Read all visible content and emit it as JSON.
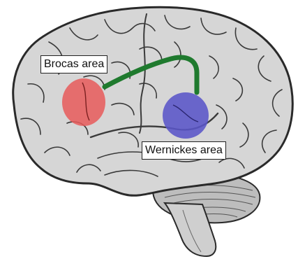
{
  "labels": {
    "broca": "Brocas area",
    "wernicke": "Wernickes area"
  },
  "colors": {
    "brain_fill": "#d6d6d6",
    "brain_outline": "#2a2a2a",
    "broca_fill": "#e85a5a",
    "wernicke_fill": "#5a55c8",
    "pathway": "#1f7a2e",
    "cerebellum_fill": "#bdbdbd"
  },
  "icons": {
    "broca_region": "red-ellipse",
    "wernicke_region": "blue-ellipse",
    "pathway": "green-arc"
  }
}
